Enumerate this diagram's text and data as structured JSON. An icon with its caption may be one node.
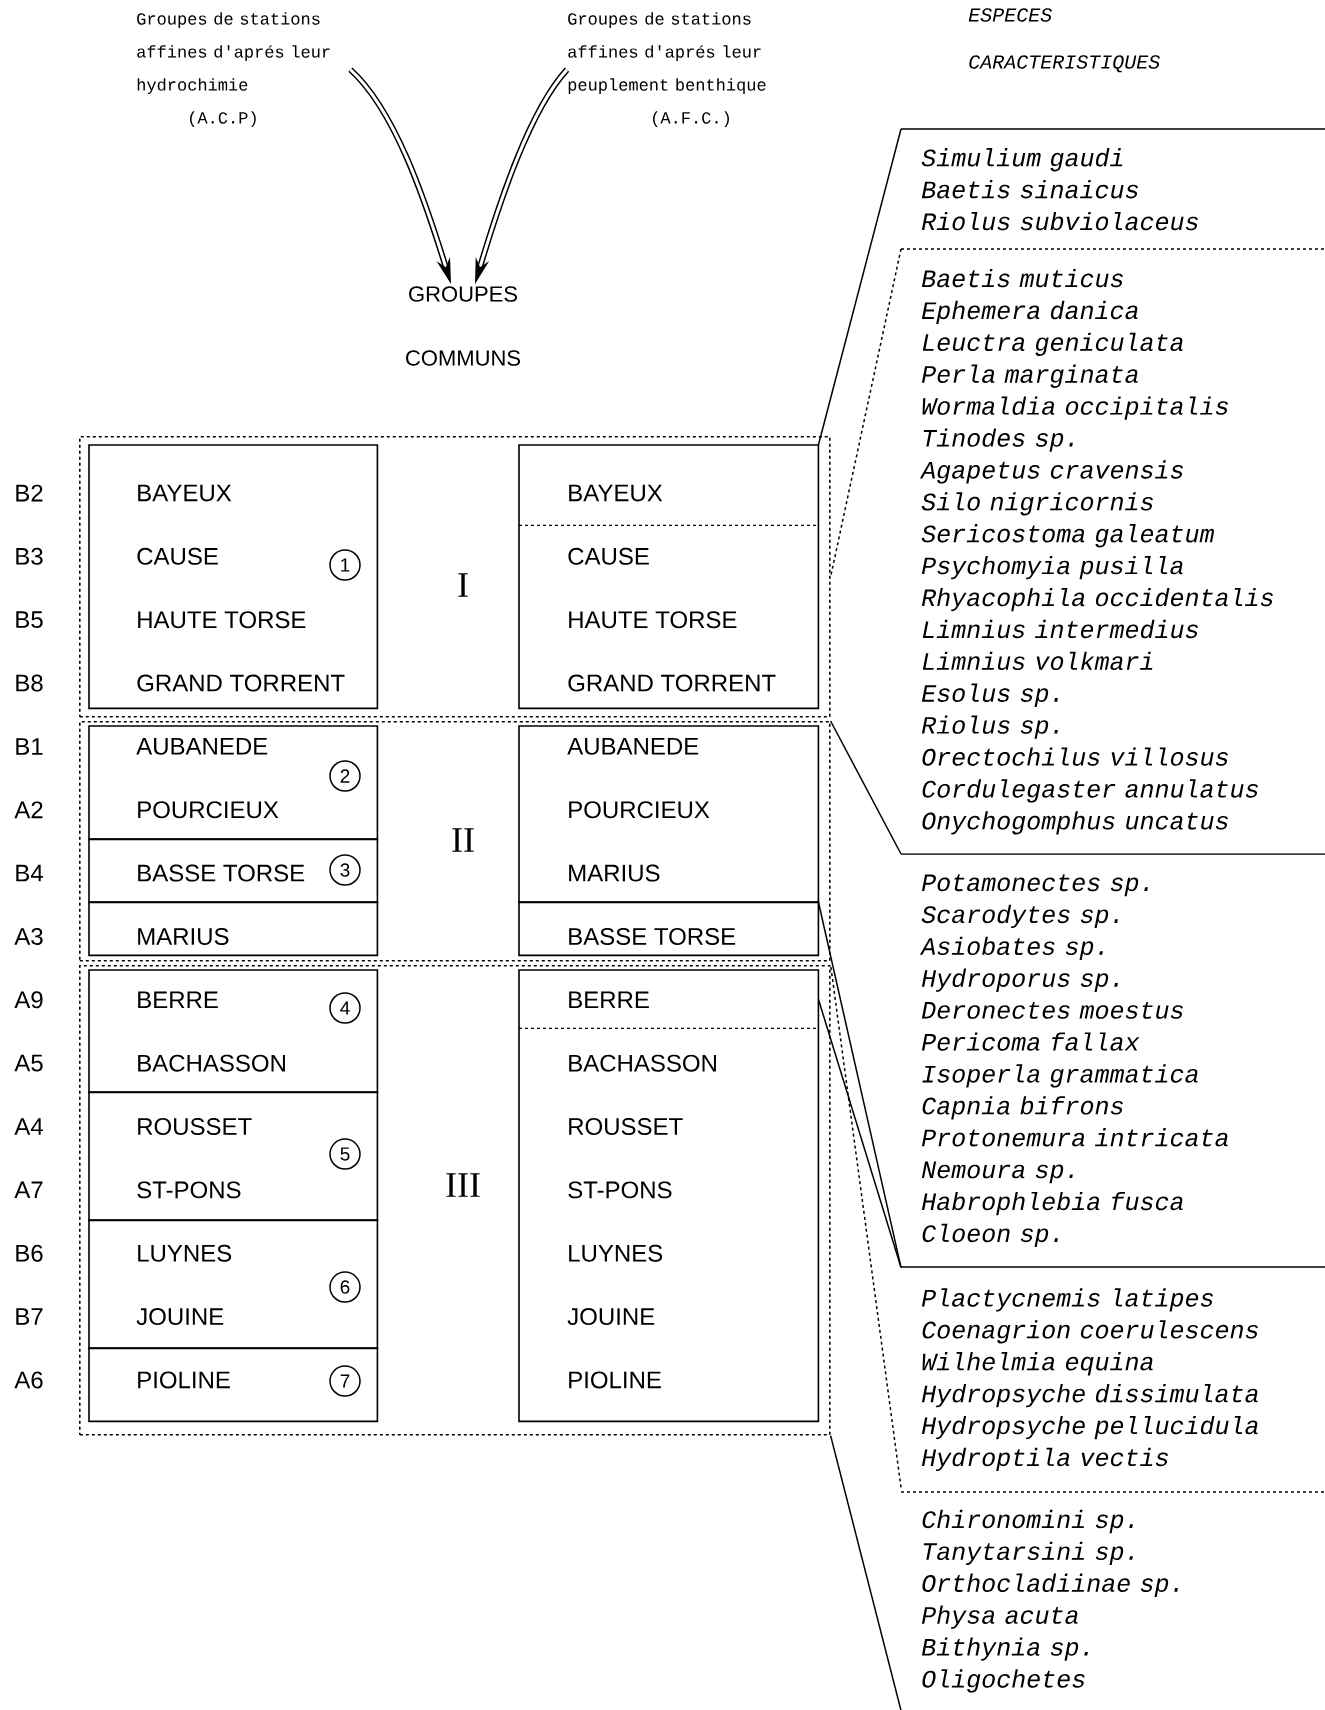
{
  "diagram": {
    "nodes": [
      {
        "text": [
          "Groupes de stations affines d'aprés leur hydrochimie",
          "(A.C.P)"
        ]
      },
      {
        "text": [
          "Groupes de stations affines d'aprés leur peuplement benthique",
          "(A.F.C.)"
        ]
      },
      {
        "text": [
          "GROUPES COMMUNS"
        ]
      },
      {
        "text": [
          "I"
        ]
      },
      {
        "text": [
          "II"
        ]
      },
      {
        "text": [
          "III"
        ]
      },
      {
        "text": [
          "BAYEUX",
          "CAUSE",
          "HAUTE TORSE",
          "GRAND TORRENT"
        ],
        "in": 3
      },
      {
        "text": [
          "1"
        ],
        "in": 6
      },
      {
        "text": [
          "AUBANEDE",
          "POURCIEUX"
        ],
        "in": 4
      },
      {
        "text": [
          "2"
        ],
        "in": 8
      },
      {
        "text": [
          "BASSE TORSE"
        ],
        "in": 4
      },
      {
        "text": [
          "3"
        ],
        "in": 10
      },
      {
        "text": [
          "MARIUS"
        ],
        "in": 4
      },
      {
        "text": [
          "BERRE",
          "BACHASSON"
        ],
        "in": 5
      },
      {
        "text": [
          "4"
        ],
        "in": 13
      },
      {
        "text": [
          "ROUSSET",
          "ST-PONS"
        ],
        "in": 5
      },
      {
        "text": [
          "5"
        ],
        "in": 15
      },
      {
        "text": [
          "LUYNES",
          "JOUINE"
        ],
        "in": 5
      },
      {
        "text": [
          "6"
        ],
        "in": 17
      },
      {
        "text": [
          "PIOLINE"
        ],
        "in": 5
      },
      {
        "text": [
          "7"
        ],
        "in": 19
      },
      {
        "text": [
          "BAYEUX"
        ],
        "in": 3
      },
      {
        "text": [
          "CAUSE",
          "HAUTE TORSE",
          "GRAND TORRENT"
        ],
        "in": 3
      },
      {
        "text": [
          "AUBANEDE",
          "POURCIEUX",
          "MARIUS"
        ],
        "in": 4
      },
      {
        "text": [
          "BASSE TORSE"
        ],
        "in": 4
      },
      {
        "text": [
          "BERRE"
        ],
        "in": 5
      },
      {
        "text": [
          "BACHASSON",
          "ROUSSET",
          "ST-PONS",
          "LUYNES",
          "JOUINE",
          "PIOLINE"
        ],
        "in": 5
      },
      {
        "text": [
          "Simulium gaudi",
          "Baetis sinaicus",
          "Riolus subviolaceus"
        ]
      },
      {
        "text": [
          "Baetis muticus",
          "Ephemera danica",
          "Leuctra geniculata",
          "Perla marginata",
          "Wormaldia occipitalis",
          "Tinodes sp.",
          "Agapetus cravensis",
          "Silo nigricornis",
          "Sericostoma galeatum",
          "Psychomyia pusilla",
          "Rhyacophila occidentalis",
          "Limnius intermedius",
          "Limnius volkmari",
          "Esolus sp.",
          "Riolus sp.",
          "Orectochilus villosus",
          "Cordulegaster annulatus",
          "Onychogomphus uncatus"
        ]
      },
      {
        "text": [
          "Potamonectes sp.",
          "Scarodytes sp.",
          "Asiobates sp.",
          "Hydroporus sp.",
          "Deronectes moestus",
          "Pericoma fallax",
          "Isoperla grammatica",
          "Capnia bifrons",
          "Protonemura intricata",
          "Nemoura sp.",
          "Habrophlebia fusca",
          "Cloeon sp."
        ]
      },
      {
        "text": [
          "Plactycnemis latipes",
          "Coenagrion coerulescens",
          "Wilhelmia equina",
          "Hydropsyche dissimulata",
          "Hydropsyche pellucidula",
          "Hydroptila vectis"
        ]
      },
      {
        "text": [
          "Chironomini sp.",
          "Tanytarsini sp.",
          "Orthocladiinae sp.",
          "Physa acuta",
          "Bithynia sp.",
          "Oligochetes"
        ]
      }
    ],
    "edges": [
      {
        "from": 0,
        "to": 2,
        "arrow": "to",
        "style": "thick"
      },
      {
        "from": 1,
        "to": 2,
        "arrow": "to",
        "style": "thick"
      },
      {
        "from": 27,
        "to": 21,
        "arrow": "none"
      },
      {
        "from": 28,
        "to": 3,
        "arrow": "none",
        "style": "dashed"
      },
      {
        "from": 29,
        "to": 4,
        "arrow": "none"
      },
      {
        "from": 29,
        "to": 24,
        "arrow": "none"
      },
      {
        "from": 29,
        "to": 25,
        "arrow": "none"
      },
      {
        "from": 30,
        "to": 5,
        "arrow": "none",
        "style": "dashed"
      },
      {
        "from": 31,
        "to": 5,
        "arrow": "none"
      }
    ],
    "labels": [
      "ESPECES CARACTERISTIQUES",
      "B2",
      "B3",
      "B5",
      "B8",
      "B1",
      "A2",
      "B4",
      "A3",
      "A9",
      "A5",
      "A4",
      "A7",
      "B6",
      "B7",
      "A6"
    ]
  }
}
